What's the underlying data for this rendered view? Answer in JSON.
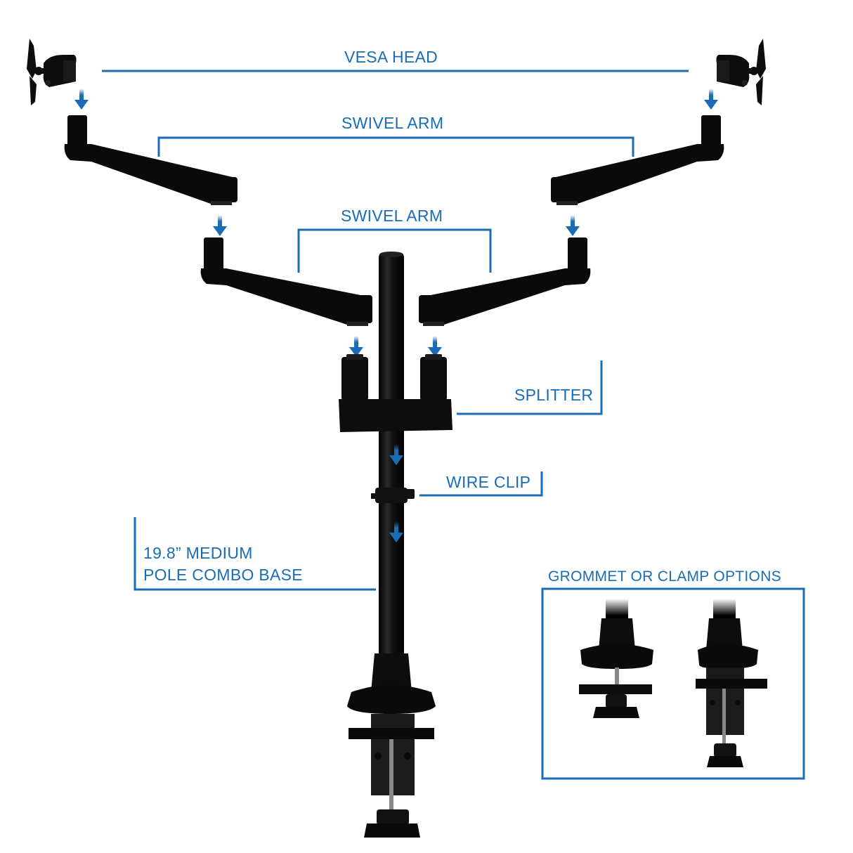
{
  "diagram": {
    "accent_color": "#1a6db4",
    "part_color": "#0d0d0d",
    "labels": {
      "vesa_head": "VESA HEAD",
      "swivel_arm_upper": "SWIVEL ARM",
      "swivel_arm_lower": "SWIVEL ARM",
      "splitter": "SPLITTER",
      "wire_clip": "WIRE CLIP",
      "pole_base": "19.8” MEDIUM\nPOLE COMBO BASE",
      "mount_options": "GROMMET OR CLAMP OPTIONS"
    },
    "components": [
      {
        "name": "vesa-head-left"
      },
      {
        "name": "vesa-head-right"
      },
      {
        "name": "upper-swivel-arm-left"
      },
      {
        "name": "upper-swivel-arm-right"
      },
      {
        "name": "lower-swivel-arm-left"
      },
      {
        "name": "lower-swivel-arm-right"
      },
      {
        "name": "splitter"
      },
      {
        "name": "wire-clip"
      },
      {
        "name": "pole"
      },
      {
        "name": "clamp-base"
      },
      {
        "name": "grommet-option"
      },
      {
        "name": "clamp-option"
      }
    ]
  }
}
